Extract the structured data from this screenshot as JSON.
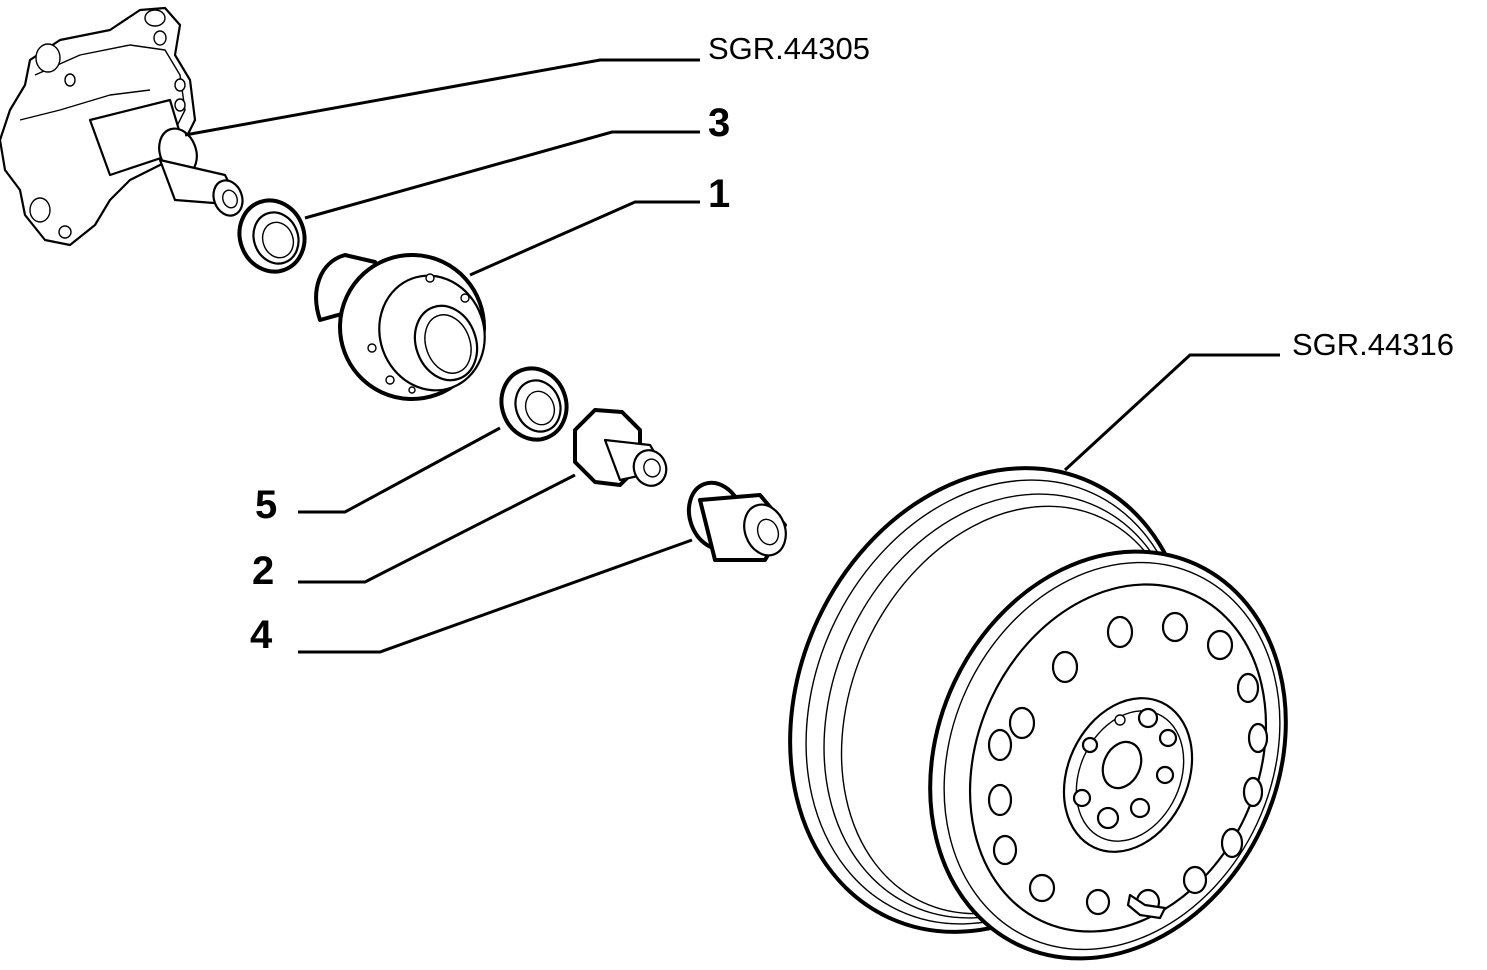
{
  "diagram": {
    "type": "exploded parts diagram",
    "references": {
      "hub_carrier": "SGR.44305",
      "wheel": "SGR.44316"
    },
    "callouts": {
      "c3": "3",
      "c1": "1",
      "c5": "5",
      "c2": "2",
      "c4": "4"
    },
    "parts": [
      {
        "id": "hub-carrier",
        "ref": "SGR.44305"
      },
      {
        "id": "inner-bearing",
        "callout": "3"
      },
      {
        "id": "wheel-hub-drum",
        "callout": "1"
      },
      {
        "id": "outer-bearing",
        "callout": "5"
      },
      {
        "id": "hub-nut",
        "callout": "2"
      },
      {
        "id": "dust-cap",
        "callout": "4"
      },
      {
        "id": "steel-wheel",
        "ref": "SGR.44316"
      }
    ]
  }
}
